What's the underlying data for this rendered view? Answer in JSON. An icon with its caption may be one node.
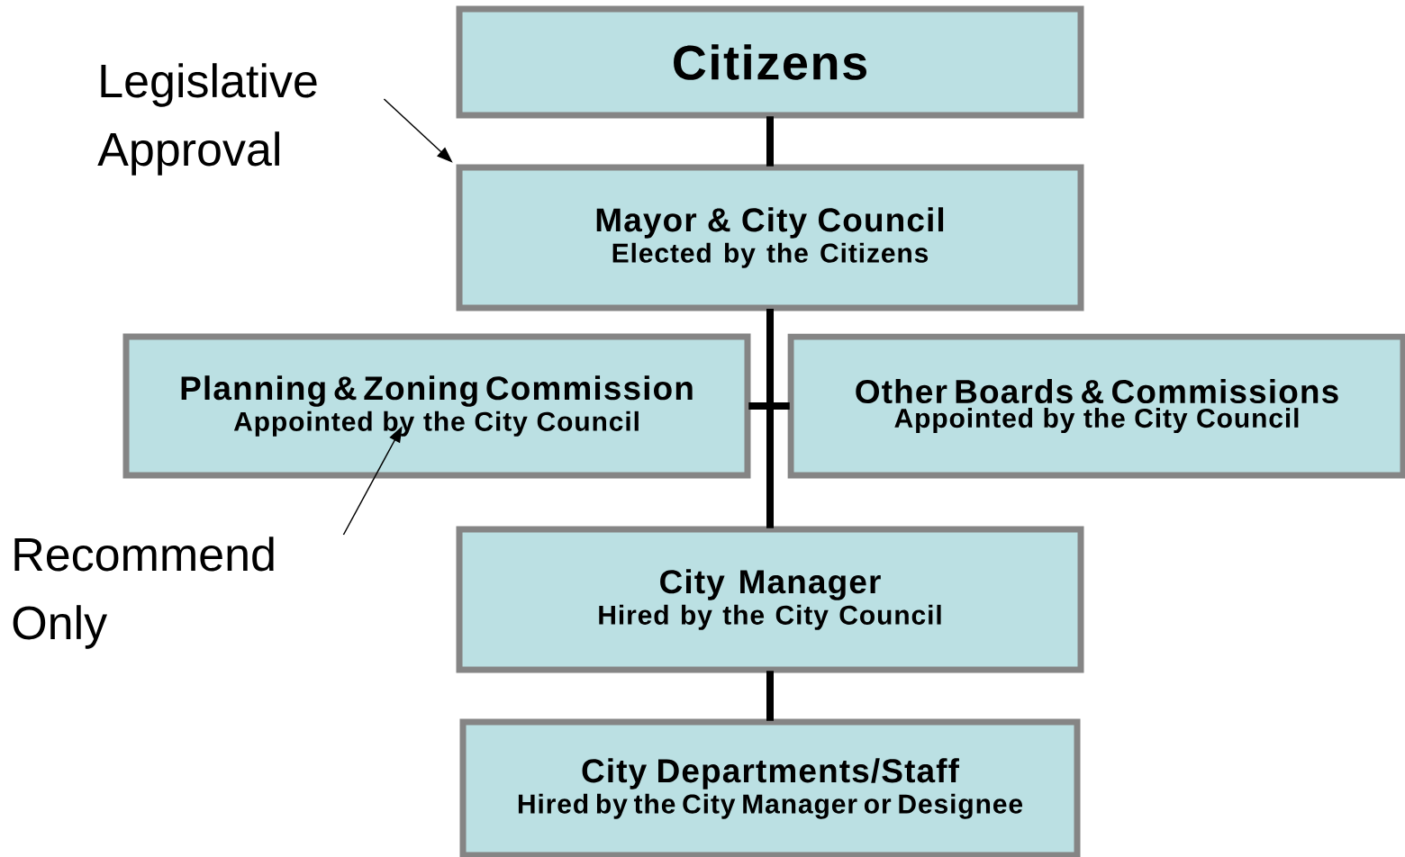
{
  "diagram": {
    "nodes": [
      {
        "text": [
          "Citizens"
        ]
      },
      {
        "text": [
          "Mayor & City Council",
          "Elected by the Citizens"
        ]
      },
      {
        "text": [
          "Planning & Zoning Commission",
          "Appointed by the City Council"
        ]
      },
      {
        "text": [
          "Other Boards & Commissions",
          "Appointed by the City Council"
        ]
      },
      {
        "text": [
          "City Manager",
          "Hired by the City Council"
        ]
      },
      {
        "text": [
          "City Departments/Staff",
          "Hired by the City Manager or Designee"
        ]
      },
      {
        "text": [
          "Legislative Approval"
        ]
      },
      {
        "text": [
          "Recommend Only"
        ]
      }
    ],
    "edges": [
      {
        "from": 0,
        "to": 1,
        "arrow": "none"
      },
      {
        "from": 1,
        "to": 2,
        "arrow": "none"
      },
      {
        "from": 1,
        "to": 3,
        "arrow": "none"
      },
      {
        "from": 1,
        "to": 4,
        "arrow": "none"
      },
      {
        "from": 4,
        "to": 5,
        "arrow": "none"
      },
      {
        "from": 6,
        "to": 1,
        "arrow": "to"
      },
      {
        "from": 7,
        "to": 2,
        "arrow": "to"
      }
    ]
  }
}
